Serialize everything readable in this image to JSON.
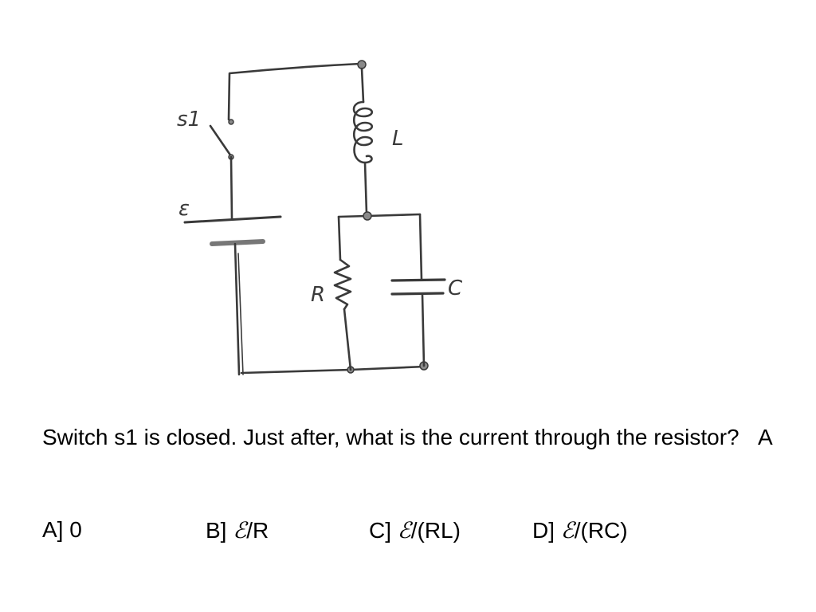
{
  "circuit": {
    "labels": {
      "switch": "s1",
      "emf": "ε",
      "inductor": "L",
      "resistor": "R",
      "capacitor": "C"
    }
  },
  "question": {
    "text": "Switch s1 is closed. Just after, what is the current through the resistor?",
    "answer_note": "A"
  },
  "answers": [
    {
      "letter": "A]",
      "expr": "0"
    },
    {
      "letter": "B]",
      "emf": "ℰ",
      "expr": "/R"
    },
    {
      "letter": "C]",
      "emf": "ℰ",
      "expr": "/(RL)"
    },
    {
      "letter": "D]",
      "emf": "ℰ",
      "expr": "/(RC)"
    }
  ]
}
